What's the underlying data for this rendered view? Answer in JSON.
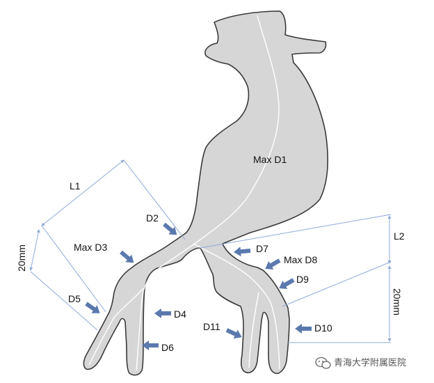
{
  "labels": {
    "max_d1": "Max D1",
    "d2": "D2",
    "max_d3": "Max D3",
    "d4": "D4",
    "d5": "D5",
    "d6": "D6",
    "d7": "D7",
    "max_d8": "Max D8",
    "d9": "D9",
    "d10": "D10",
    "d11": "D11",
    "l1": "L1",
    "l2": "L2",
    "dim_left": "20mm",
    "dim_right": "20mm"
  },
  "watermark": {
    "text": "青海大学附属医院",
    "icon": "wechat-icon"
  },
  "colors": {
    "vessel_fill": "#d6d6d6",
    "vessel_stroke": "#3a3a3a",
    "arrow": "#5a79ad",
    "dimension": "#8ea8d6"
  }
}
